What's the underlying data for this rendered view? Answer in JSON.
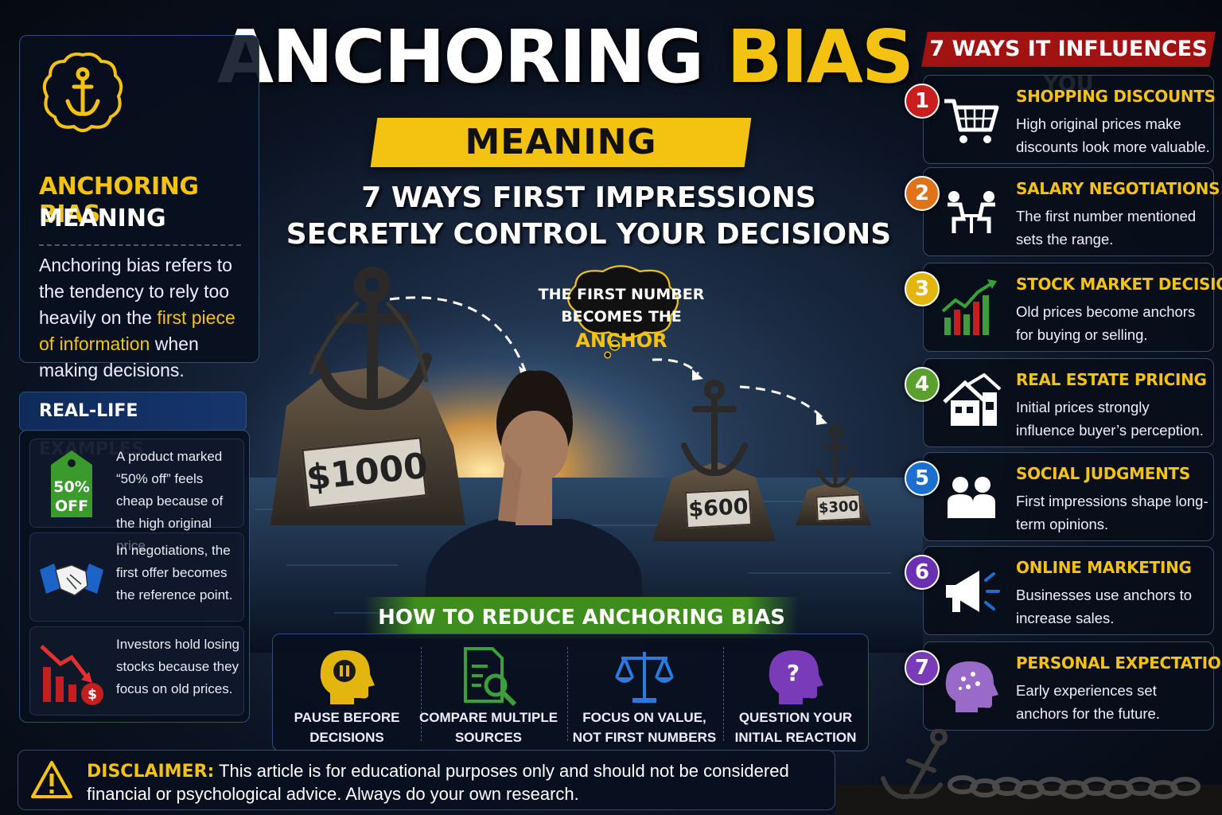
{
  "title": {
    "part1": "ANCHORING",
    "part2": "BIAS",
    "band": "MEANING"
  },
  "subtitle": {
    "line1": "7 WAYS FIRST IMPRESSIONS",
    "line2": "SECRETLY CONTROL YOUR DECISIONS"
  },
  "definition": {
    "icon": "brain-anchor-icon",
    "title": "ANCHORING BIAS",
    "subtitle": "MEANING",
    "body_pre": "Anchoring bias refers to the tendency to rely too heavily on the ",
    "body_highlight": "first piece of information",
    "body_post": " when making decisions."
  },
  "examples": {
    "heading": "REAL-LIFE EXAMPLES",
    "items": [
      {
        "icon": "price-tag-icon",
        "tag_line1": "50%",
        "tag_line2": "OFF",
        "text": "A product marked “50% off” feels cheap because of the high original price."
      },
      {
        "icon": "handshake-icon",
        "text": "In negotiations, the first offer becomes the reference point."
      },
      {
        "icon": "falling-stock-icon",
        "text": "Investors hold losing stocks because they focus on old prices."
      }
    ]
  },
  "scene": {
    "bubble_line1": "THE FIRST NUMBER",
    "bubble_line2": "BECOMES THE",
    "bubble_anchor": "ANCHOR",
    "price1": "$1000",
    "price2": "$600",
    "price3": "$300"
  },
  "ways": {
    "heading": "7 WAYS IT INFLUENCES YOU",
    "items": [
      {
        "num": "1",
        "color": "#c81e1e",
        "icon": "shopping-cart-icon",
        "title": "SHOPPING DISCOUNTS",
        "desc": "High original prices make discounts look more valuable."
      },
      {
        "num": "2",
        "color": "#e0731a",
        "icon": "negotiation-icon",
        "title": "SALARY NEGOTIATIONS",
        "desc": "The first number mentioned sets the range."
      },
      {
        "num": "3",
        "color": "#e3b60f",
        "icon": "stock-chart-icon",
        "title": "STOCK MARKET DECISIONS",
        "desc": "Old prices become anchors for buying or selling."
      },
      {
        "num": "4",
        "color": "#5aa02c",
        "icon": "house-icon",
        "title": "REAL ESTATE PRICING",
        "desc": "Initial prices strongly influence buyer’s perception."
      },
      {
        "num": "5",
        "color": "#1c6fd1",
        "icon": "people-icon",
        "title": "SOCIAL JUDGMENTS",
        "desc": "First impressions shape long-term opinions."
      },
      {
        "num": "6",
        "color": "#6a2fb3",
        "icon": "megaphone-icon",
        "title": "ONLINE MARKETING",
        "desc": "Businesses use anchors to increase sales."
      },
      {
        "num": "7",
        "color": "#7a3bb8",
        "icon": "head-mind-icon",
        "title": "PERSONAL EXPECTATIONS",
        "desc": "Early experiences set anchors for the future."
      }
    ]
  },
  "reduce": {
    "heading": "HOW TO REDUCE ANCHORING BIAS",
    "tips": [
      {
        "icon": "pause-head-icon",
        "line1": "PAUSE BEFORE",
        "line2": "DECISIONS"
      },
      {
        "icon": "document-search-icon",
        "line1": "COMPARE MULTIPLE",
        "line2": "SOURCES"
      },
      {
        "icon": "scales-icon",
        "line1": "FOCUS ON VALUE,",
        "line2": "NOT FIRST NUMBERS"
      },
      {
        "icon": "question-head-icon",
        "line1": "QUESTION YOUR",
        "line2": "INITIAL REACTION"
      }
    ]
  },
  "disclaimer": {
    "icon": "warning-icon",
    "label": "DISCLAIMER:",
    "text": " This article is for educational purposes only and should not be considered financial or psychological advice. Always do your own research."
  },
  "colors": {
    "accent": "#f4c312",
    "ways_header": "#a11313",
    "reduce_header": "#3e8e1e",
    "panel_border": "#2f4f7a"
  }
}
